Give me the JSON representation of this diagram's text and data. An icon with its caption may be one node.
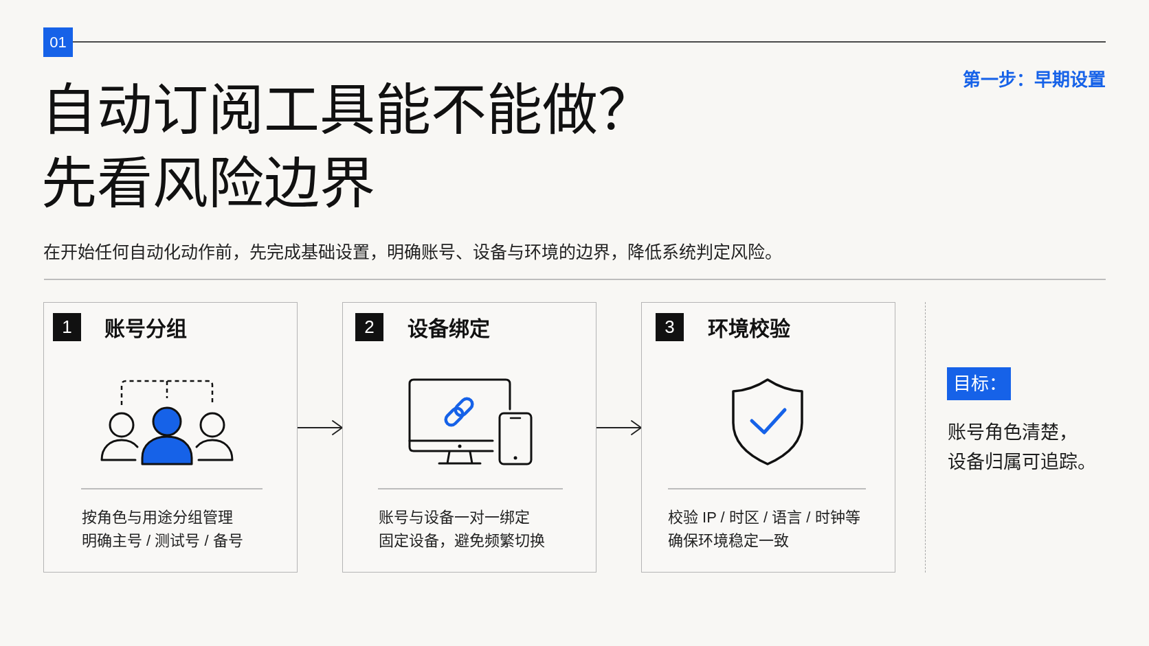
{
  "diagram": {
    "title": "自动订阅工具能不能做？先看风险边界",
    "nodes": [
      {
        "text": [
          "01"
        ]
      },
      {
        "text": [
          "账号分组",
          "按角色与用途分组管理",
          "明确主号 / 测试号 / 备号"
        ]
      },
      {
        "text": [
          "1"
        ],
        "in": 1
      },
      {
        "text": [
          "设备绑定",
          "账号与设备一对一绑定",
          "固定设备，避免频繁切换"
        ]
      },
      {
        "text": [
          "2"
        ],
        "in": 3
      },
      {
        "text": [
          "环境校验",
          "校验 IP / 时区 / 语言 / 时钟等",
          "确保环境稳定一致"
        ]
      },
      {
        "text": [
          "3"
        ],
        "in": 5
      },
      {
        "text": [
          "目标："
        ],
        "beside": [
          "账号角色清楚，",
          "设备归属可追踪。"
        ]
      }
    ],
    "edges": [
      {
        "from": 1,
        "to": 3,
        "arrow": "to"
      },
      {
        "from": 3,
        "to": 5,
        "arrow": "to"
      }
    ],
    "labels": [
      "第一步：早期设置",
      "在开始任何自动化动作前，先完成基础设置，明确账号、设备与环境的边界，降低系统判定风险。"
    ]
  }
}
